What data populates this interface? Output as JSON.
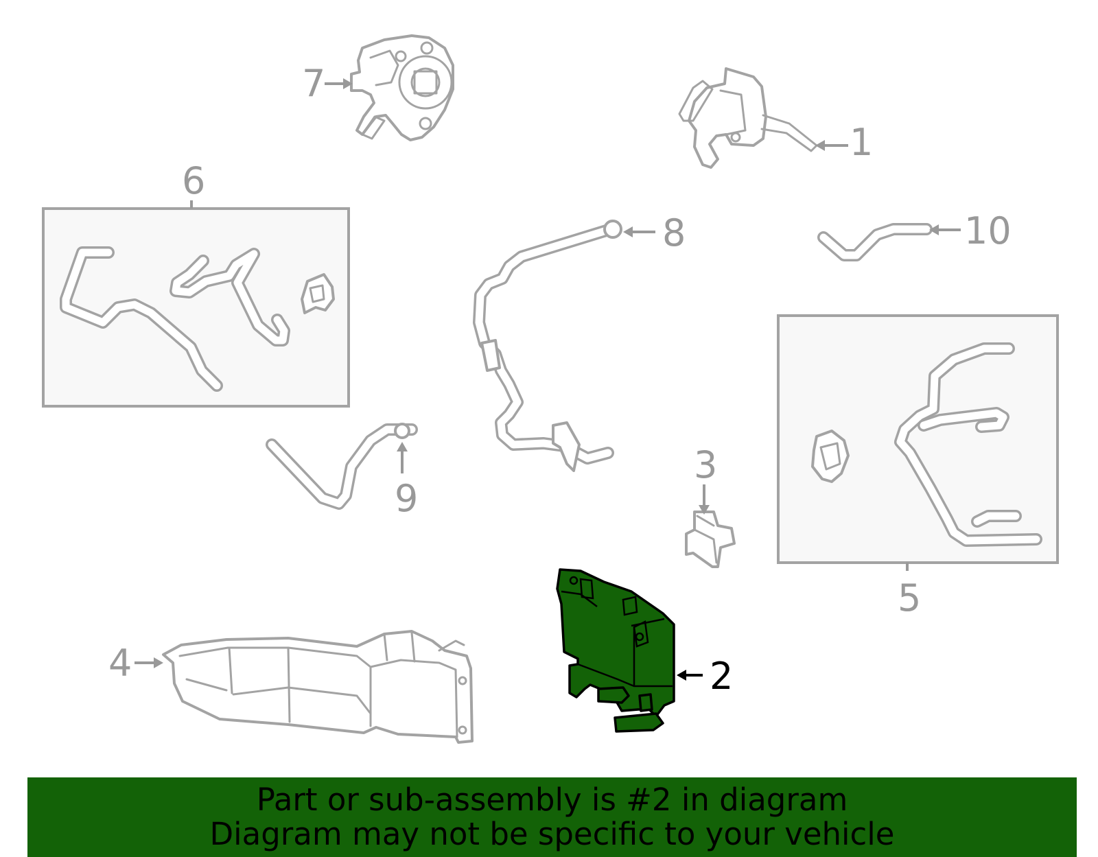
{
  "callouts": {
    "c1": "1",
    "c2": "2",
    "c3": "3",
    "c4": "4",
    "c5": "5",
    "c6": "6",
    "c7": "7",
    "c8": "8",
    "c9": "9",
    "c10": "10"
  },
  "highlighted_part": "2",
  "banner": {
    "line1": "Part or sub-assembly is #2 in diagram",
    "line2": "Diagram may not be specific to your vehicle"
  },
  "colors": {
    "highlight": "#136207",
    "banner_bg": "#136207",
    "line_art": "#a3a3a3",
    "callout_text": "#999999",
    "background": "#ffffff"
  }
}
